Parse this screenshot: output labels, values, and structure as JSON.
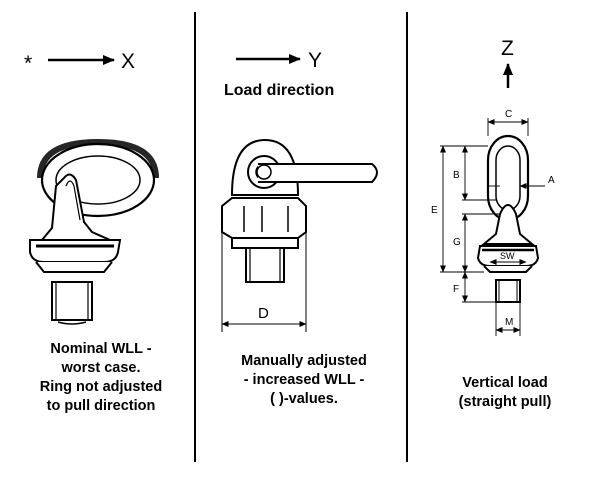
{
  "panels": [
    {
      "axis_marker": "*",
      "axis_label": "X",
      "caption": "Nominal WLL -\nworst case.\nRing not adjusted\nto pull direction"
    },
    {
      "axis_label": "Y",
      "subtitle": "Load direction",
      "dimension_label": "D",
      "caption": "Manually adjusted\n- increased WLL -\n( )-values."
    },
    {
      "axis_label": "Z",
      "dimension_labels": [
        "C",
        "B",
        "A",
        "E",
        "G",
        "SW",
        "F",
        "M"
      ],
      "caption": "Vertical load\n(straight pull)"
    }
  ]
}
